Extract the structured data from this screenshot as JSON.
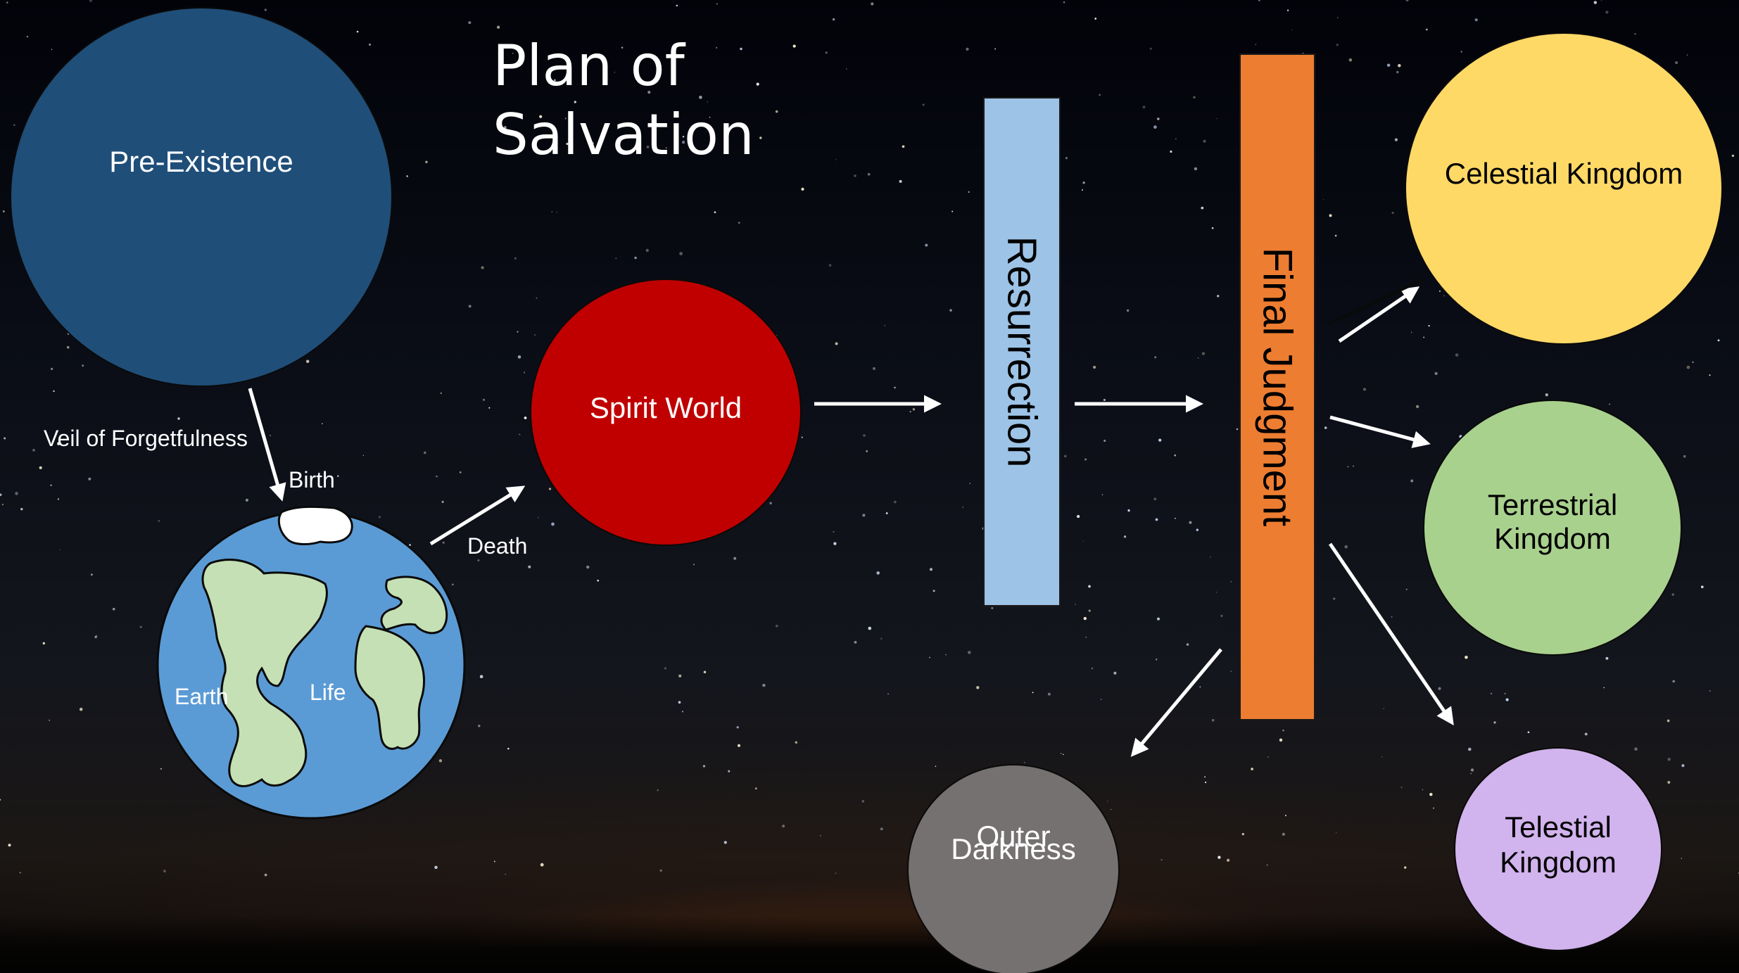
{
  "title": {
    "line1": "Plan of",
    "line2": "Salvation"
  },
  "nodes": {
    "pre_existence": "Pre-Existence",
    "spirit_world": "Spirit World",
    "resurrection": "Resurrection",
    "final_judgment": "Final Judgment",
    "celestial": "Celestial Kingdom",
    "terrestrial": {
      "line1": "Terrestrial",
      "line2": "Kingdom"
    },
    "telestial": {
      "line1": "Telestial",
      "line2": "Kingdom"
    },
    "outer_darkness": {
      "line1": "Outer",
      "line2": "Darkness"
    }
  },
  "labels": {
    "veil": "Veil of Forgetfulness",
    "birth": "Birth",
    "death": "Death",
    "earth": "Earth",
    "life": "Life"
  },
  "colors": {
    "pre_existence": "#1f4e79",
    "spirit_world": "#c00000",
    "resurrection": "#9dc3e6",
    "final_judgment": "#ed7d31",
    "celestial": "#ffd966",
    "terrestrial": "#a9d18e",
    "telestial": "#d1b3ed",
    "outer_darkness": "#767171",
    "earth_ocean": "#5b9bd5",
    "earth_land": "#c5e0b4",
    "arrow": "#ffffff"
  }
}
